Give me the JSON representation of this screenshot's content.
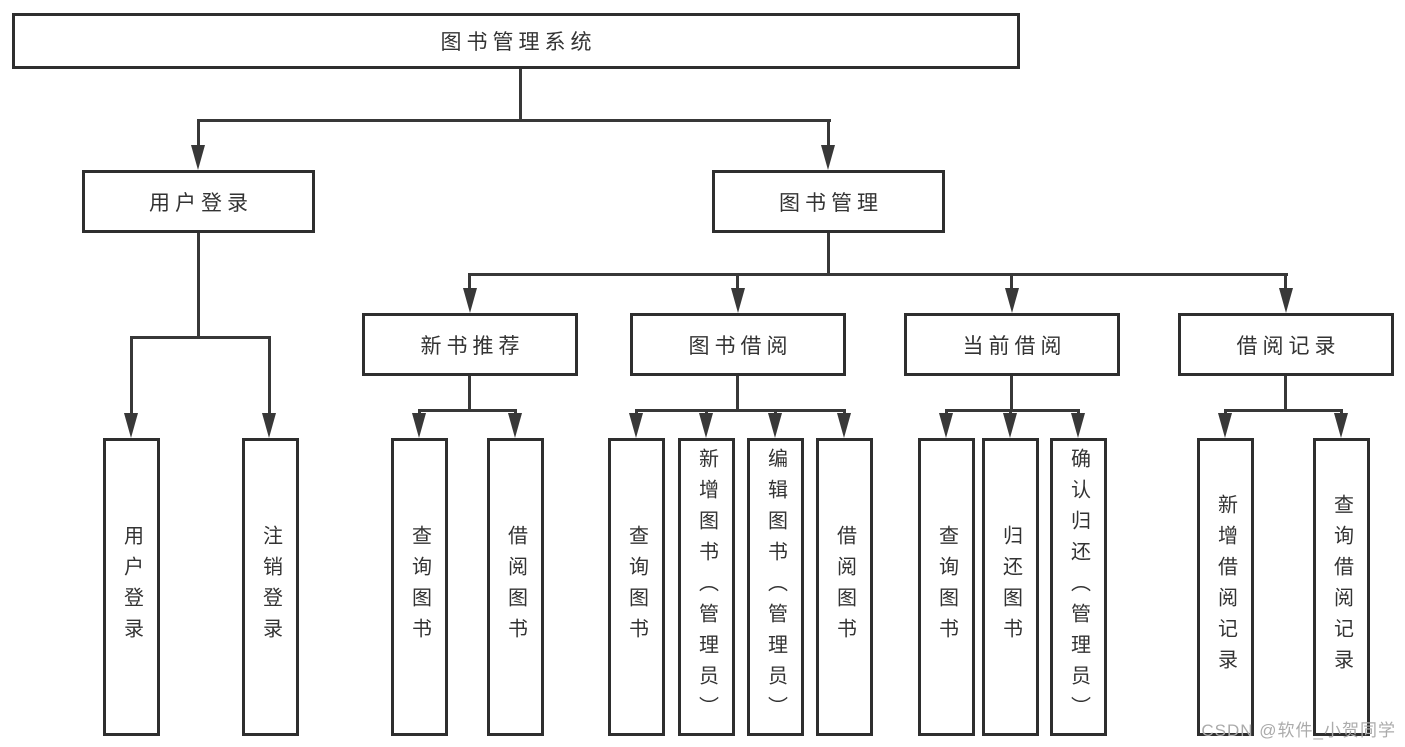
{
  "nodes": {
    "root": "图书管理系统",
    "level2": [
      "用户登录",
      "图书管理"
    ],
    "level3": [
      "新书推荐",
      "图书借阅",
      "当前借阅",
      "借阅记录"
    ],
    "group1": [
      "用户登录",
      "注销登录"
    ],
    "group2": [
      "查询图书",
      "借阅图书"
    ],
    "group3": [
      "查询图书",
      "新增图书（管理员）",
      "编辑图书（管理员）",
      "借阅图书"
    ],
    "group4": [
      "查询图书",
      "归还图书",
      "确认归还（管理员）"
    ],
    "group5": [
      "新增借阅记录",
      "查询借阅记录"
    ]
  },
  "watermark": "CSDN @软件_小贺同学",
  "colors": {
    "background": "#ffffff",
    "box_border": "#2e2e2e",
    "connector_line": "#383838",
    "text": "#333333",
    "watermark_text": "#ababab"
  }
}
